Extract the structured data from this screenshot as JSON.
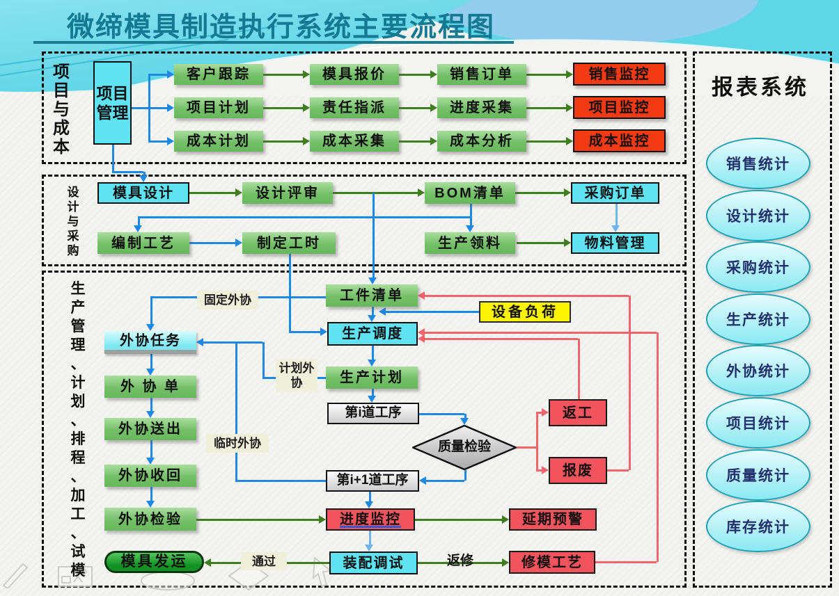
{
  "title": {
    "text": "微缔模具制造执行系统主要流程图"
  },
  "sections": [
    {
      "id": "project-cost",
      "label": "项目与成本"
    },
    {
      "id": "design-procurement",
      "label": "设计与采购"
    },
    {
      "id": "production",
      "label": "生产管理、计划、排程、加工、试模"
    }
  ],
  "report_panel": {
    "title": "报表系统",
    "items": [
      "销售统计",
      "设计统计",
      "采购统计",
      "生产统计",
      "外协统计",
      "项目统计",
      "质量统计",
      "库存统计"
    ]
  },
  "nodes": [
    {
      "id": "project-mgmt",
      "label": "项目管理",
      "kind": "cyanv"
    },
    {
      "id": "customer-tracking",
      "label": "客户跟踪",
      "kind": "green"
    },
    {
      "id": "mold-quotation",
      "label": "模具报价",
      "kind": "green"
    },
    {
      "id": "sales-order",
      "label": "销售订单",
      "kind": "green"
    },
    {
      "id": "sales-monitor",
      "label": "销售监控",
      "kind": "redm"
    },
    {
      "id": "project-plan",
      "label": "项目计划",
      "kind": "green"
    },
    {
      "id": "duty-assign",
      "label": "责任指派",
      "kind": "green"
    },
    {
      "id": "progress-collect",
      "label": "进度采集",
      "kind": "green"
    },
    {
      "id": "project-monitor",
      "label": "项目监控",
      "kind": "redm"
    },
    {
      "id": "cost-plan",
      "label": "成本计划",
      "kind": "green"
    },
    {
      "id": "cost-collect",
      "label": "成本采集",
      "kind": "green"
    },
    {
      "id": "cost-analysis",
      "label": "成本分析",
      "kind": "green"
    },
    {
      "id": "cost-monitor",
      "label": "成本监控",
      "kind": "redm"
    },
    {
      "id": "mold-design",
      "label": "模具设计",
      "kind": "cyanb"
    },
    {
      "id": "design-review",
      "label": "设计评审",
      "kind": "green"
    },
    {
      "id": "bom-list",
      "label": "BOM清单",
      "kind": "green"
    },
    {
      "id": "purchase-order",
      "label": "采购订单",
      "kind": "cyanb"
    },
    {
      "id": "process-planning",
      "label": "编制工艺",
      "kind": "green"
    },
    {
      "id": "work-hours",
      "label": "制定工时",
      "kind": "green"
    },
    {
      "id": "material-request",
      "label": "生产领料",
      "kind": "green"
    },
    {
      "id": "material-mgmt",
      "label": "物料管理",
      "kind": "cyanb"
    },
    {
      "id": "fixed-outsourcing",
      "label": "固定外协",
      "kind": "chip"
    },
    {
      "id": "workpiece-list",
      "label": "工件清单",
      "kind": "green"
    },
    {
      "id": "equipment-load",
      "label": "设备负荷",
      "kind": "yellow"
    },
    {
      "id": "production-dispatch",
      "label": "生产调度",
      "kind": "cyanb"
    },
    {
      "id": "outsourcing-task",
      "label": "外协任务",
      "kind": "cyans"
    },
    {
      "id": "planned-outsourcing",
      "label": "计划外协",
      "kind": "chip"
    },
    {
      "id": "production-plan",
      "label": "生产计划",
      "kind": "green"
    },
    {
      "id": "outsourcing-order",
      "label": "外 协 单",
      "kind": "green"
    },
    {
      "id": "process-i",
      "label": "第i道工序",
      "kind": "gray"
    },
    {
      "id": "rework",
      "label": "返工",
      "kind": "pink"
    },
    {
      "id": "outsourcing-send",
      "label": "外协送出",
      "kind": "green"
    },
    {
      "id": "temp-outsourcing",
      "label": "临时外协",
      "kind": "chip"
    },
    {
      "id": "quality-inspection",
      "label": "质量检验",
      "kind": "diamond"
    },
    {
      "id": "scrap",
      "label": "报废",
      "kind": "pink"
    },
    {
      "id": "outsourcing-return",
      "label": "外协收回",
      "kind": "green"
    },
    {
      "id": "process-i-plus-1",
      "label": "第i+1道工序",
      "kind": "gray"
    },
    {
      "id": "outsourcing-inspection",
      "label": "外协检验",
      "kind": "green"
    },
    {
      "id": "progress-monitor",
      "label": "进度监控",
      "kind": "pink",
      "underline": true
    },
    {
      "id": "delay-warning",
      "label": "延期预警",
      "kind": "pink"
    },
    {
      "id": "mold-shipment",
      "label": "模具发运",
      "kind": "stadium"
    },
    {
      "id": "pass-label",
      "label": "通过",
      "kind": "chip"
    },
    {
      "id": "assembly-debug",
      "label": "装配调试",
      "kind": "cyanb"
    },
    {
      "id": "repair-label",
      "label": "返修",
      "kind": "plain"
    },
    {
      "id": "mold-repair",
      "label": "修模工艺",
      "kind": "pink"
    }
  ],
  "colors": {
    "title_teal": "#147a94",
    "green_box": "#74bf68",
    "cyan_box": "#5fe2f2",
    "red_monitor_box": "#f23a14",
    "pink_box": "#f2545e",
    "yellow_box": "#fdf402",
    "gray_box": "#e3e3e3",
    "label_chip": "#f0f0da",
    "ellipse_fill": "#aeeef5",
    "ellipse_border": "#1fa0b4",
    "line_green": "#3f7d1e",
    "line_blue": "#1e88e5",
    "line_lightblue": "#6fb3ef",
    "line_red": "#f2636c"
  }
}
